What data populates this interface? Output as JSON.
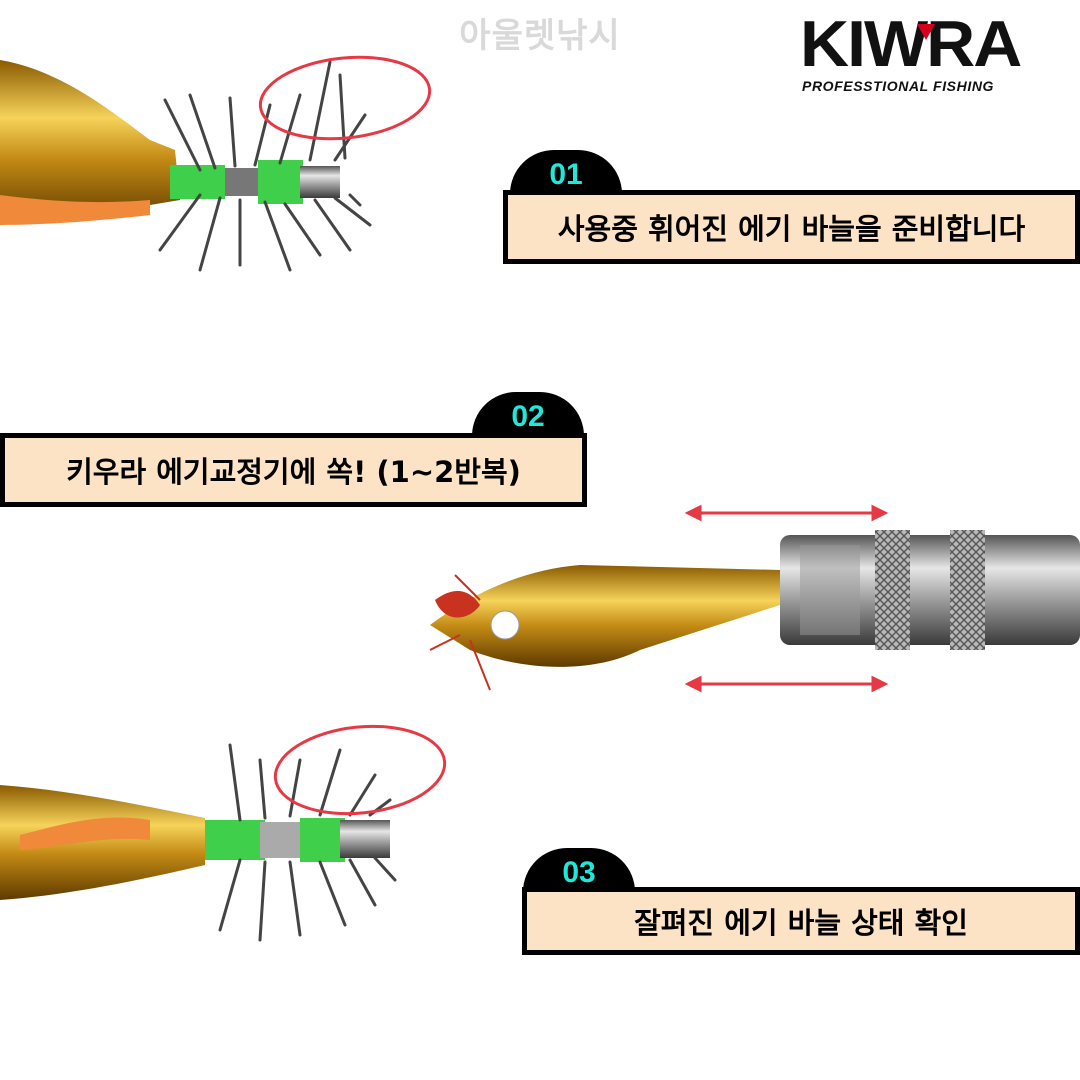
{
  "watermark": "아울렛낚시",
  "logo": {
    "name": "KIWRA",
    "tagline": "PROFESSTIONAL FISHING"
  },
  "steps": [
    {
      "number": "01",
      "text": "사용중 휘어진 에기 바늘을 준비합니다"
    },
    {
      "number": "02",
      "text": "키우라 에기교정기에 쏙! (1~2반복)"
    },
    {
      "number": "03",
      "text": "잘펴진 에기 바늘 상태 확인"
    }
  ],
  "colors": {
    "tab_text": "#20e8d8",
    "box_fill": "#fde3c6",
    "circle": "#e63946",
    "arrow": "#e63946"
  }
}
